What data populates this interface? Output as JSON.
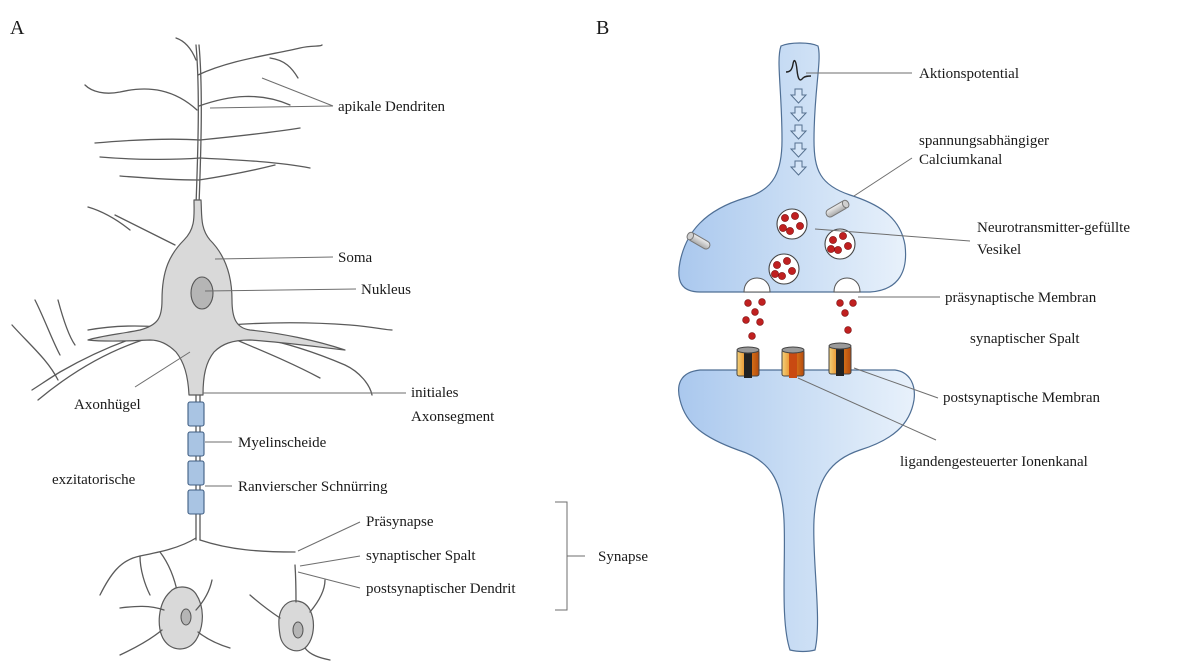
{
  "panels": {
    "a": "A",
    "b": "B"
  },
  "labels_a": {
    "apical": "apikale Dendriten",
    "soma": "Soma",
    "nucleus": "Nukleus",
    "initial_1": "initiales",
    "initial_2": "Axonsegment",
    "axon_hillock": "Axonhügel",
    "myelin": "Myelinscheide",
    "excitatory": "exzitatorische",
    "ranvier": "Ranvierscher Schnürring",
    "presynapse": "Präsynapse",
    "cleft": "synaptischer Spalt",
    "postsyn_dendrite": "postsynaptischer Dendrit",
    "synapse": "Synapse"
  },
  "labels_b": {
    "action_potential": "Aktionspotential",
    "ca_channel_1": "spannungsabhängiger",
    "ca_channel_2": "Calciumkanal",
    "vesicle_1": "Neurotransmitter-gefüllte",
    "vesicle_2": "Vesikel",
    "pre_membrane": "präsynaptische Membran",
    "cleft": "synaptischer Spalt",
    "post_membrane": "postsynaptische Membran",
    "ion_channel": "ligandengesteuerter Ionenkanal"
  },
  "colors": {
    "neuron_fill": "#d9d9d9",
    "myelin": "#a9c4e3",
    "synapse_fill": "#c5daf3",
    "neurotransmitter": "#c02020",
    "channel_orange": "#e8871e"
  }
}
